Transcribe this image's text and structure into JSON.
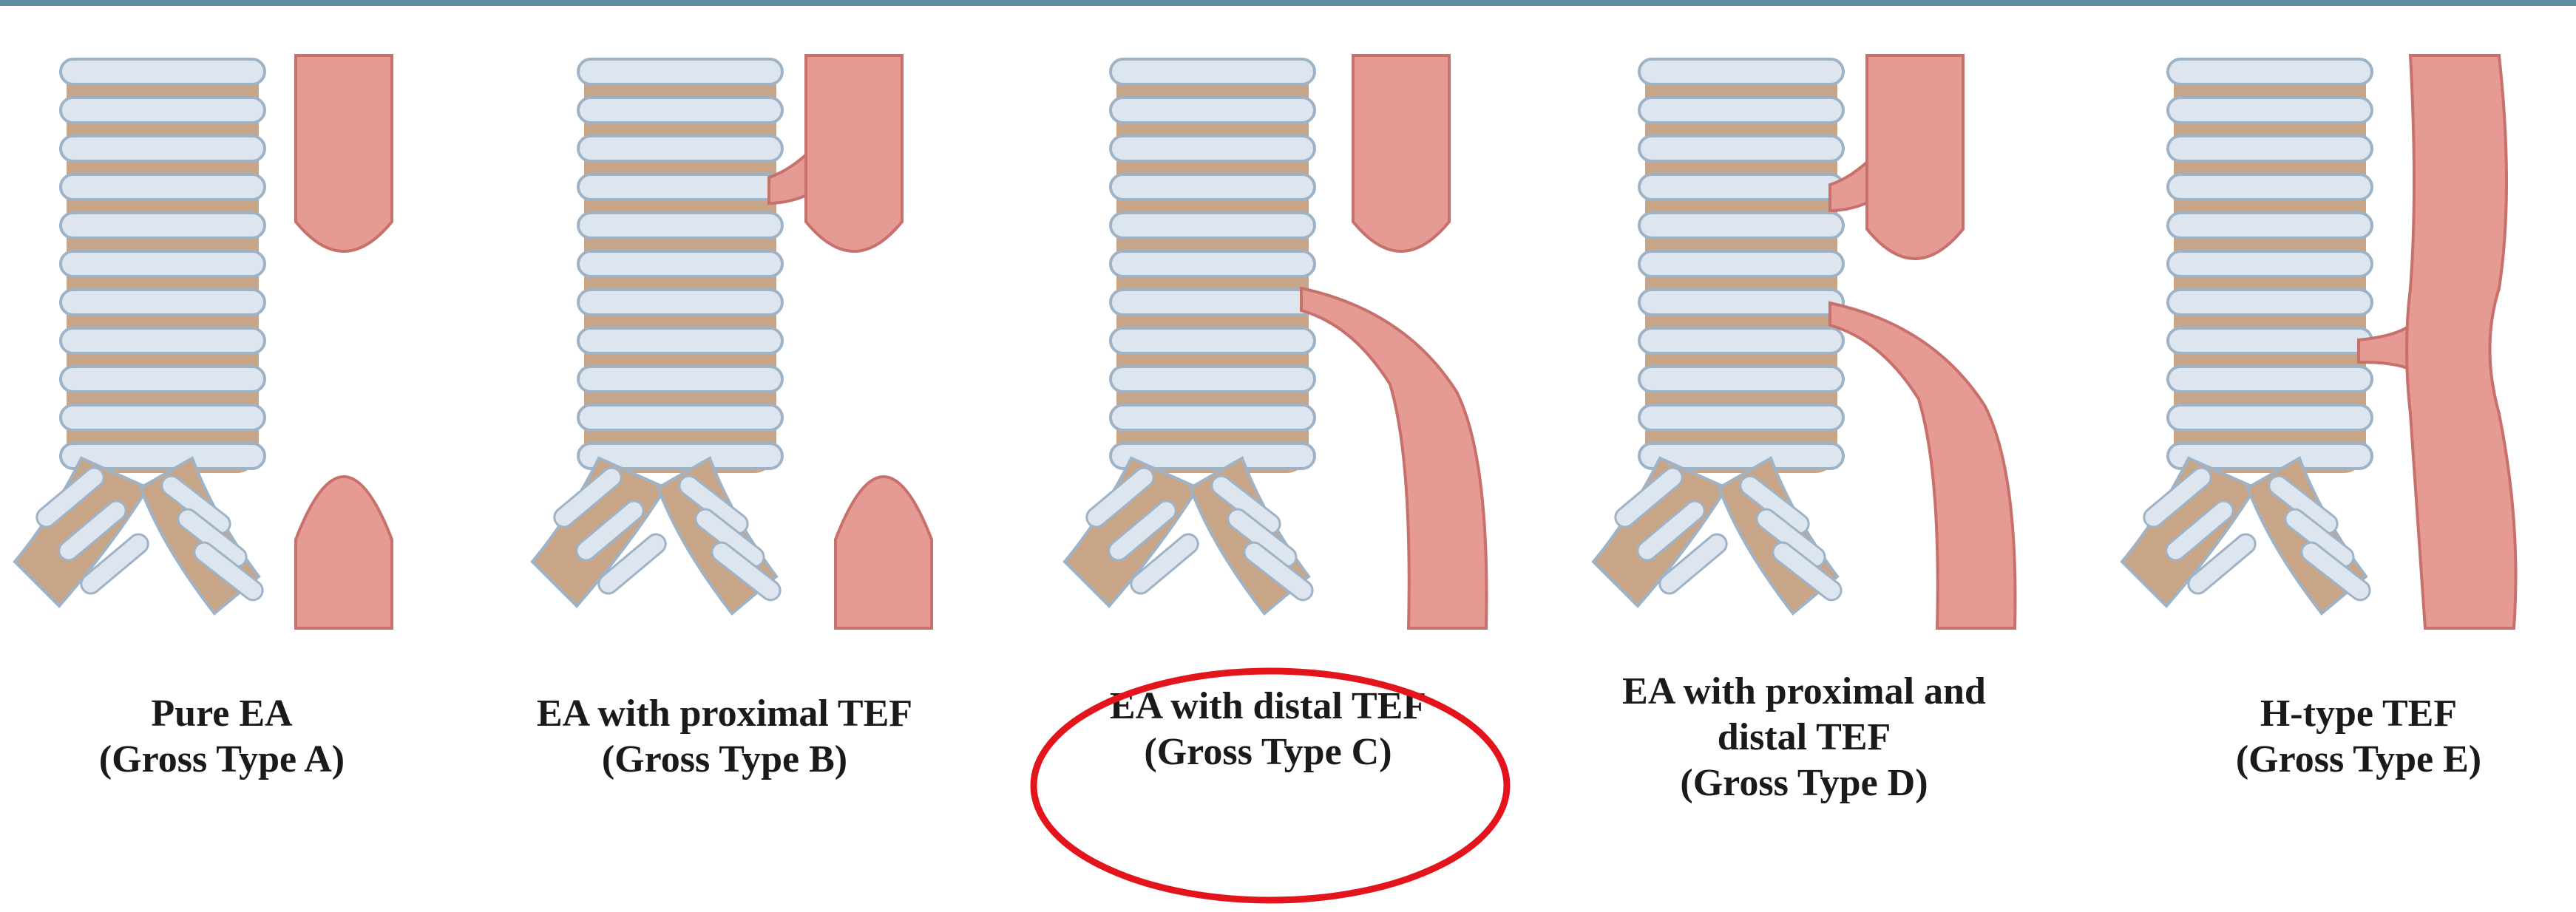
{
  "colors": {
    "topbar": "#5f8ea0",
    "cartilage": "#dde6ee",
    "cartilage_shadow": "#9fb3c6",
    "membrane": "#c9a588",
    "esophagus": "#e59a93",
    "esophagus_dark": "#c8706b",
    "highlight": "#e3141b"
  },
  "panels": [
    {
      "name": "type-a",
      "line1": "Pure EA",
      "line2": "(Gross Type A)",
      "line3": ""
    },
    {
      "name": "type-b",
      "line1": "EA with proximal TEF",
      "line2": "(Gross Type B)",
      "line3": ""
    },
    {
      "name": "type-c",
      "line1": "EA with distal TEF",
      "line2": "(Gross Type C)",
      "line3": ""
    },
    {
      "name": "type-d",
      "line1": "EA with proximal and",
      "line2": "distal TEF",
      "line3": "(Gross Type D)"
    },
    {
      "name": "type-e",
      "line1": "H-type TEF",
      "line2": "(Gross Type E)",
      "line3": ""
    }
  ],
  "highlight": {
    "target": "type-c",
    "shape": "ellipse"
  }
}
